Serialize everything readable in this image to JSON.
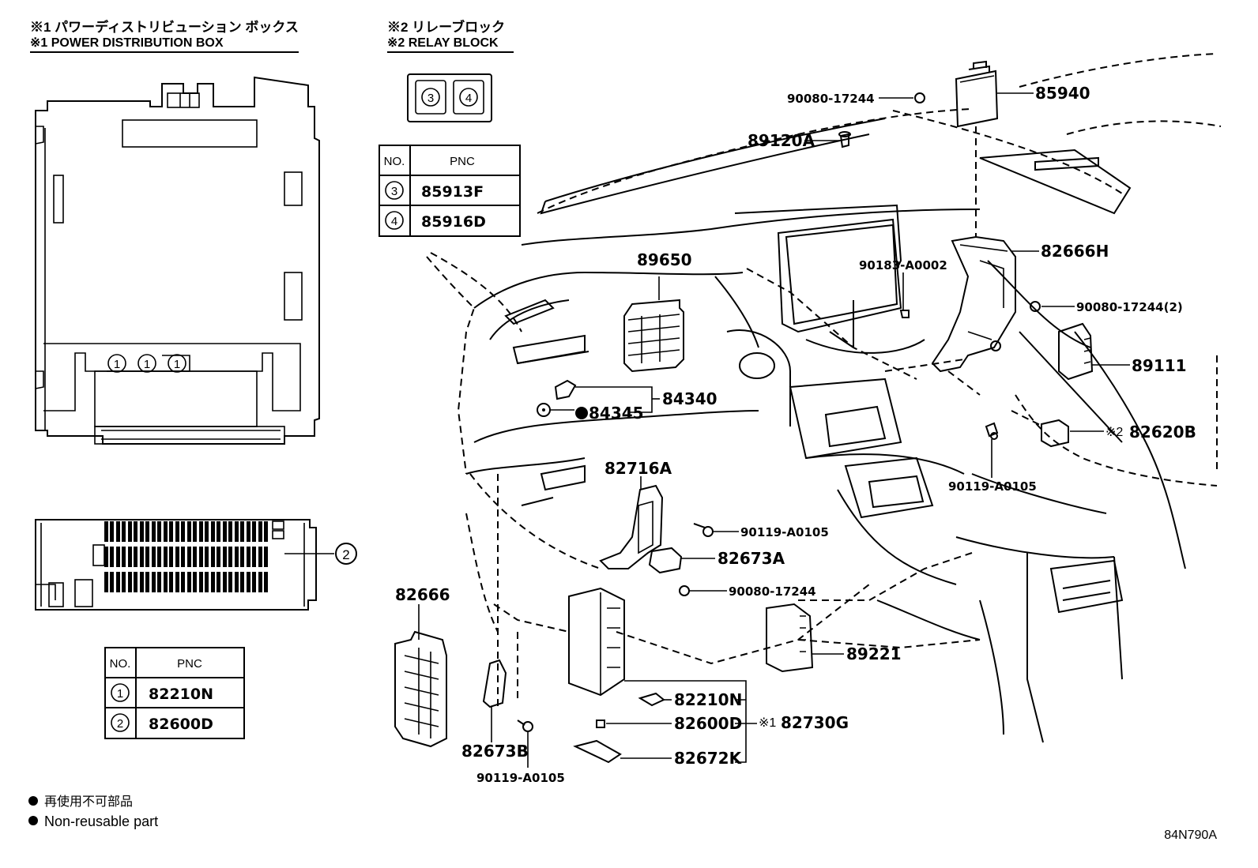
{
  "headers": {
    "pdb_jp": "※1 パワーディストリビューション ボックス",
    "pdb_en": "※1 POWER DISTRIBUTION BOX",
    "relay_jp": "※2 リレーブロック",
    "relay_en": "※2 RELAY BLOCK"
  },
  "relay_table": {
    "col_no": "NO.",
    "col_pnc": "PNC",
    "rows": [
      {
        "no": "3",
        "pnc": "85913F"
      },
      {
        "no": "4",
        "pnc": "85916D"
      }
    ]
  },
  "relay_socket_labels": [
    "3",
    "4"
  ],
  "pdb_table": {
    "col_no": "NO.",
    "col_pnc": "PNC",
    "rows": [
      {
        "no": "1",
        "pnc": "82210N"
      },
      {
        "no": "2",
        "pnc": "82600D"
      }
    ]
  },
  "pdb_slot_labels": [
    "1",
    "1",
    "1"
  ],
  "pdb_side_label": "2",
  "parts": {
    "p90080_17244_top": "90080-17244",
    "p85940": "85940",
    "p89120A": "89120A",
    "p89650": "89650",
    "p90183_A0002": "90183-A0002",
    "p82666H": "82666H",
    "p90080_17244_2": "90080-17244(2)",
    "p89111": "89111",
    "p84340": "84340",
    "p84345": "84345",
    "p82620B_prefix": "※2",
    "p82620B": "82620B",
    "p90119_A0105_right": "90119-A0105",
    "p82716A": "82716A",
    "p90119_A0105_mid": "90119-A0105",
    "p82673A": "82673A",
    "p90080_17244_low": "90080-17244",
    "p82666": "82666",
    "p89221": "89221",
    "p82210N": "82210N",
    "p82600D": "82600D",
    "p82672K": "82672K",
    "p82730G_prefix": "※1",
    "p82730G": "82730G",
    "p82673B": "82673B",
    "p90119_A0105_bottom": "90119-A0105"
  },
  "legend": {
    "jp": "再使用不可部品",
    "en": "Non-reusable part"
  },
  "figure_id": "84N790A"
}
